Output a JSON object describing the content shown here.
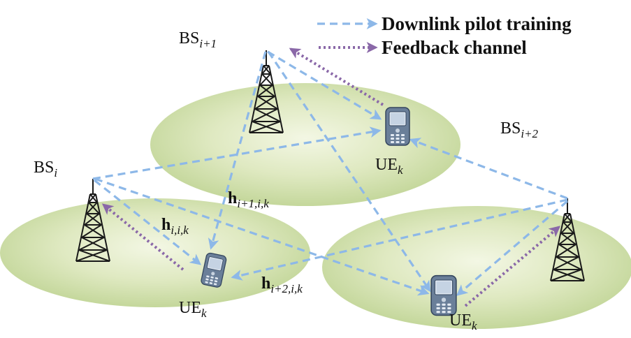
{
  "legend": {
    "downlink": "Downlink pilot training",
    "feedback": "Feedback channel"
  },
  "colors": {
    "downlink_arrow": "#8db8e8",
    "feedback_arrow": "#8a68a8",
    "cell_fill_inner": "#f3f7e4",
    "cell_fill_outer": "#c4d79b",
    "tower": "#1a1a1a",
    "phone_body": "#6a7f99"
  },
  "base_stations": {
    "bs_i1": {
      "base": "BS",
      "sub": "i+1"
    },
    "bs_i": {
      "base": "BS",
      "sub": "i"
    },
    "bs_i2": {
      "base": "BS",
      "sub": "i+2"
    }
  },
  "users": {
    "ue_top": {
      "base": "UE",
      "sub": "k"
    },
    "ue_left": {
      "base": "UE",
      "sub": "k"
    },
    "ue_right": {
      "base": "UE",
      "sub": "k"
    }
  },
  "channels": {
    "h_ii": {
      "base": "h",
      "sub": "i,i,k"
    },
    "h_i1": {
      "base": "h",
      "sub": "i+1,i,k"
    },
    "h_i2": {
      "base": "h",
      "sub": "i+2,i,k"
    }
  }
}
